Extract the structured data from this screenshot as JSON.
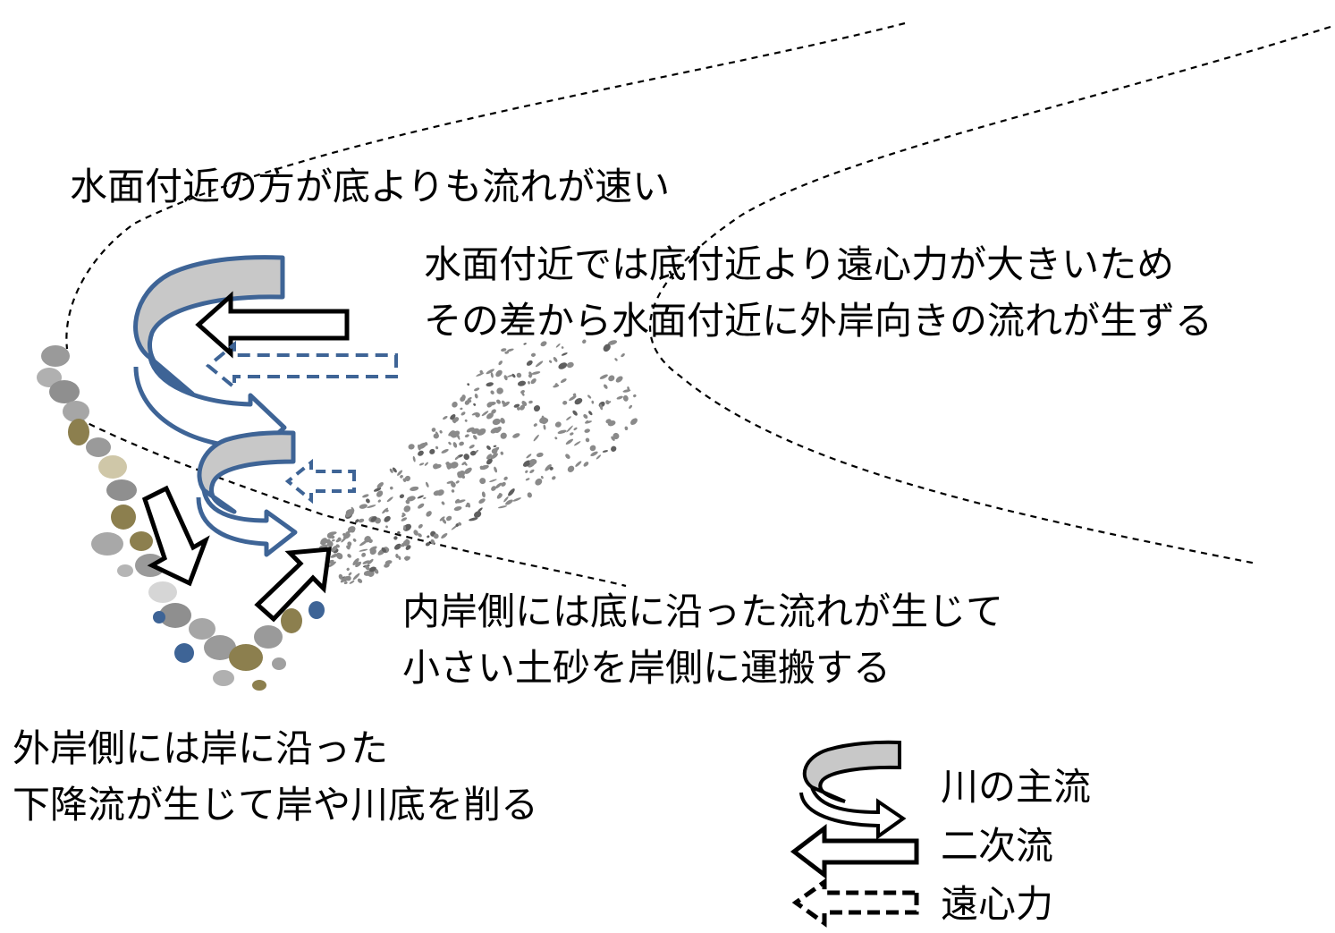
{
  "annotations": {
    "surface_faster": "水面付近の方が底よりも流れが速い",
    "centrifugal_line1": "水面付近では底付近より遠心力が大きいため",
    "centrifugal_line2": "その差から水面付近に外岸向きの流れが生ずる",
    "inner_line1": "内岸側には底に沿った流れが生じて",
    "inner_line2": "小さい土砂を岸側に運搬する",
    "outer_line1": "外岸側には岸に沿った",
    "outer_line2": "下降流が生じて岸や川底を削る"
  },
  "legend": {
    "main_flow": "川の主流",
    "secondary_flow": "二次流",
    "centrifugal_force": "遠心力"
  },
  "colors": {
    "flow_stroke": "#3e6496",
    "flow_fill": "#c8c8c8",
    "sediment": "#8a8a8a",
    "stone_olive": "#8c7f4e"
  }
}
